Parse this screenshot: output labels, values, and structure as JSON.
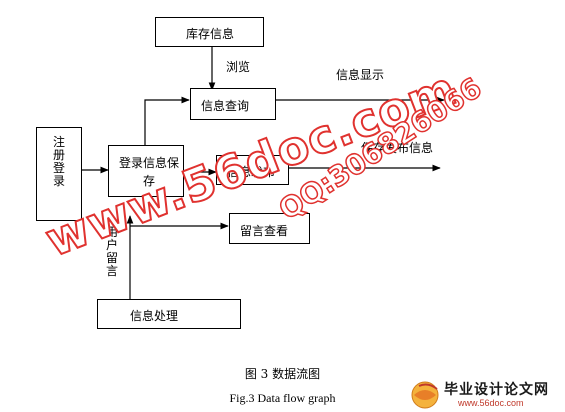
{
  "nodes": {
    "register": "注册登录",
    "save_login": "登录信息保存",
    "inventory": "库存信息",
    "query": "信息查询",
    "publish": "信息发布",
    "comment": "留言查看",
    "processing": "信息处理"
  },
  "edge_labels": {
    "browse": "浏览",
    "display": "信息显示",
    "save_publish": "保存发布信息",
    "user_comment": "用户留言"
  },
  "captions": {
    "cn": "图 3    数据流图",
    "en": "Fig.3    Data flow graph"
  },
  "watermarks": {
    "site": "www.56doc.com",
    "qq": "QQ:306826066",
    "brand": "毕业设计论文网",
    "brand_url": "www.56doc.com"
  },
  "colors": {
    "line": "#000000",
    "watermark_red": "#e0322f"
  }
}
